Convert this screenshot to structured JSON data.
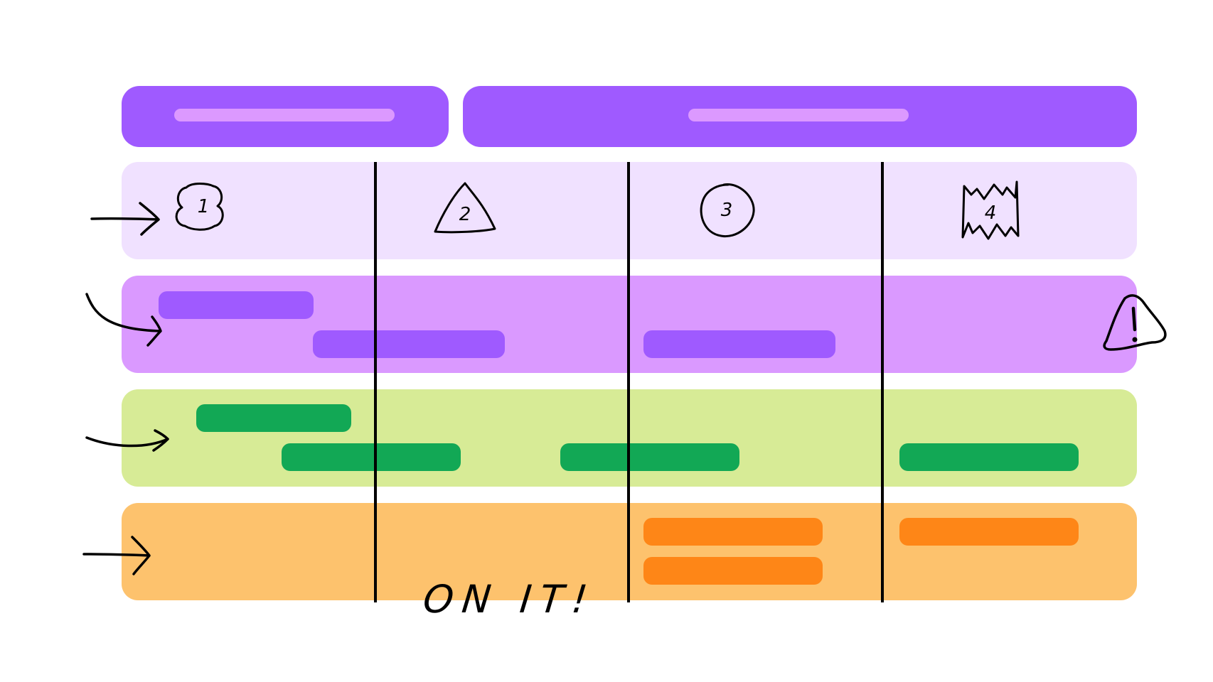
{
  "colors": {
    "header": "#9f5aff",
    "header_pill": "#dc99ff",
    "lane_stages": "#f0e1ff",
    "lane_purple": "#da99ff",
    "lane_green": "#d7eb96",
    "lane_orange": "#fdc26d",
    "bar_purple": "#9f5aff",
    "bar_green": "#12a855",
    "bar_orange": "#fe8617",
    "ink": "#000000"
  },
  "stages": [
    {
      "label": "1",
      "shape": "cloud-badge"
    },
    {
      "label": "2",
      "shape": "triangle-badge"
    },
    {
      "label": "3",
      "shape": "circle-badge"
    },
    {
      "label": "4",
      "shape": "zigzag-badge"
    }
  ],
  "icons": {
    "row_arrows": [
      "arrow-right-icon",
      "curved-arrow-icon",
      "swoosh-arrow-icon",
      "arrow-right-icon"
    ],
    "warning": "warning-triangle-icon"
  },
  "note": "ON IT!"
}
